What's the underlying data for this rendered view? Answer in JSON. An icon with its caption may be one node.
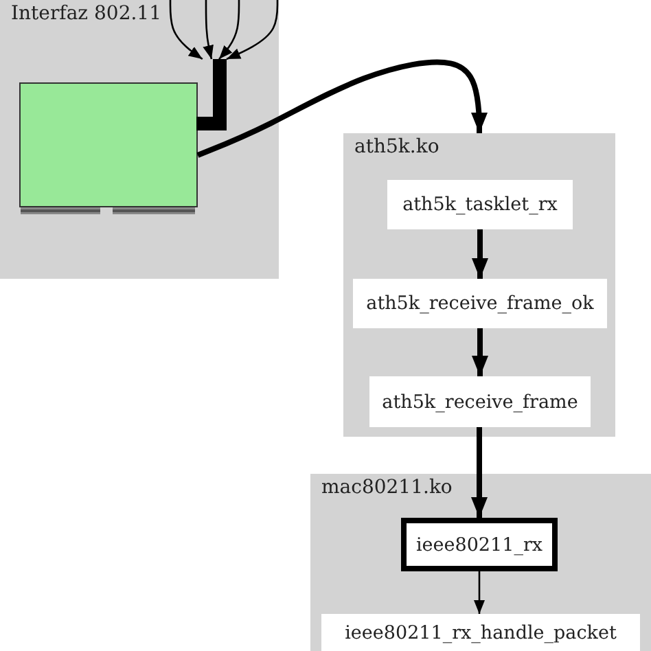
{
  "diagram": {
    "nodes": [
      {
        "text": [
          "Interfaz 802.11"
        ]
      },
      {
        "text": [],
        "shape": "box",
        "in": 0
      },
      {
        "text": [],
        "shape": "antenna",
        "in": 0
      },
      {
        "text": [
          "ath5k.ko"
        ]
      },
      {
        "text": [
          "ath5k_tasklet_rx"
        ],
        "in": 3
      },
      {
        "text": [
          "ath5k_receive_frame_ok"
        ],
        "in": 3
      },
      {
        "text": [
          "ath5k_receive_frame"
        ],
        "in": 3
      },
      {
        "text": [
          "mac80211.ko"
        ]
      },
      {
        "text": [
          "ieee80211_rx"
        ],
        "in": 7
      },
      {
        "text": [
          "ieee80211_rx_handle_packet"
        ],
        "in": 7
      }
    ],
    "edges": [
      {
        "from": null,
        "to": 2,
        "arrow": "to"
      },
      {
        "from": null,
        "to": 2,
        "arrow": "to"
      },
      {
        "from": null,
        "to": 2,
        "arrow": "to"
      },
      {
        "from": null,
        "to": 2,
        "arrow": "to"
      },
      {
        "from": 1,
        "to": 3,
        "arrow": "to",
        "style": "thick"
      },
      {
        "from": 4,
        "to": 5,
        "arrow": "to",
        "style": "thick"
      },
      {
        "from": 5,
        "to": 6,
        "arrow": "to",
        "style": "thick"
      },
      {
        "from": 6,
        "to": 8,
        "arrow": "to",
        "style": "thick"
      },
      {
        "from": 8,
        "to": 9,
        "arrow": "to"
      }
    ]
  }
}
